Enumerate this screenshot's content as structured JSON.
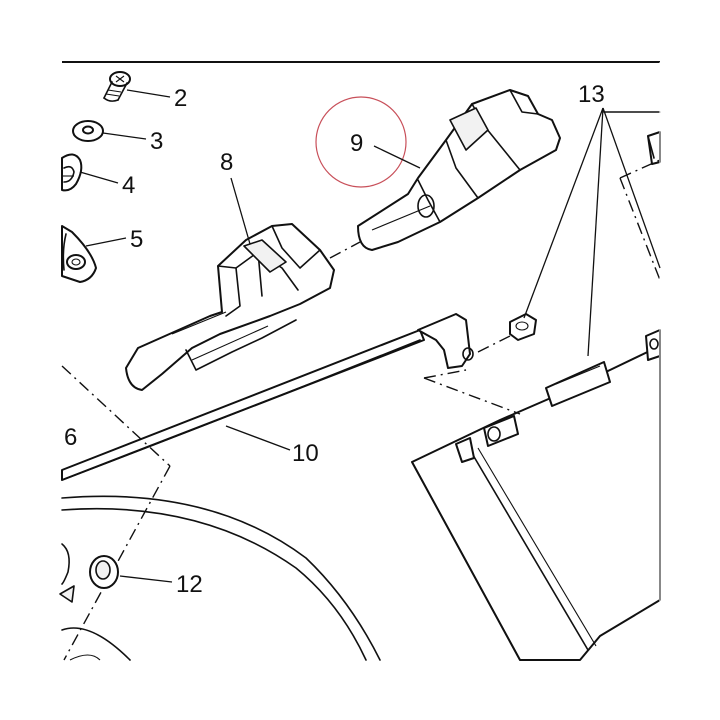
{
  "diagram": {
    "callouts": {
      "c2": "2",
      "c3": "3",
      "c4": "4",
      "c5": "5",
      "c6": "6",
      "c8": "8",
      "c9": "9",
      "c10": "10",
      "c12": "12",
      "c13": "13"
    },
    "colors": {
      "line": "#111111",
      "highlight_circle": "#c8505a",
      "background": "#ffffff"
    }
  }
}
